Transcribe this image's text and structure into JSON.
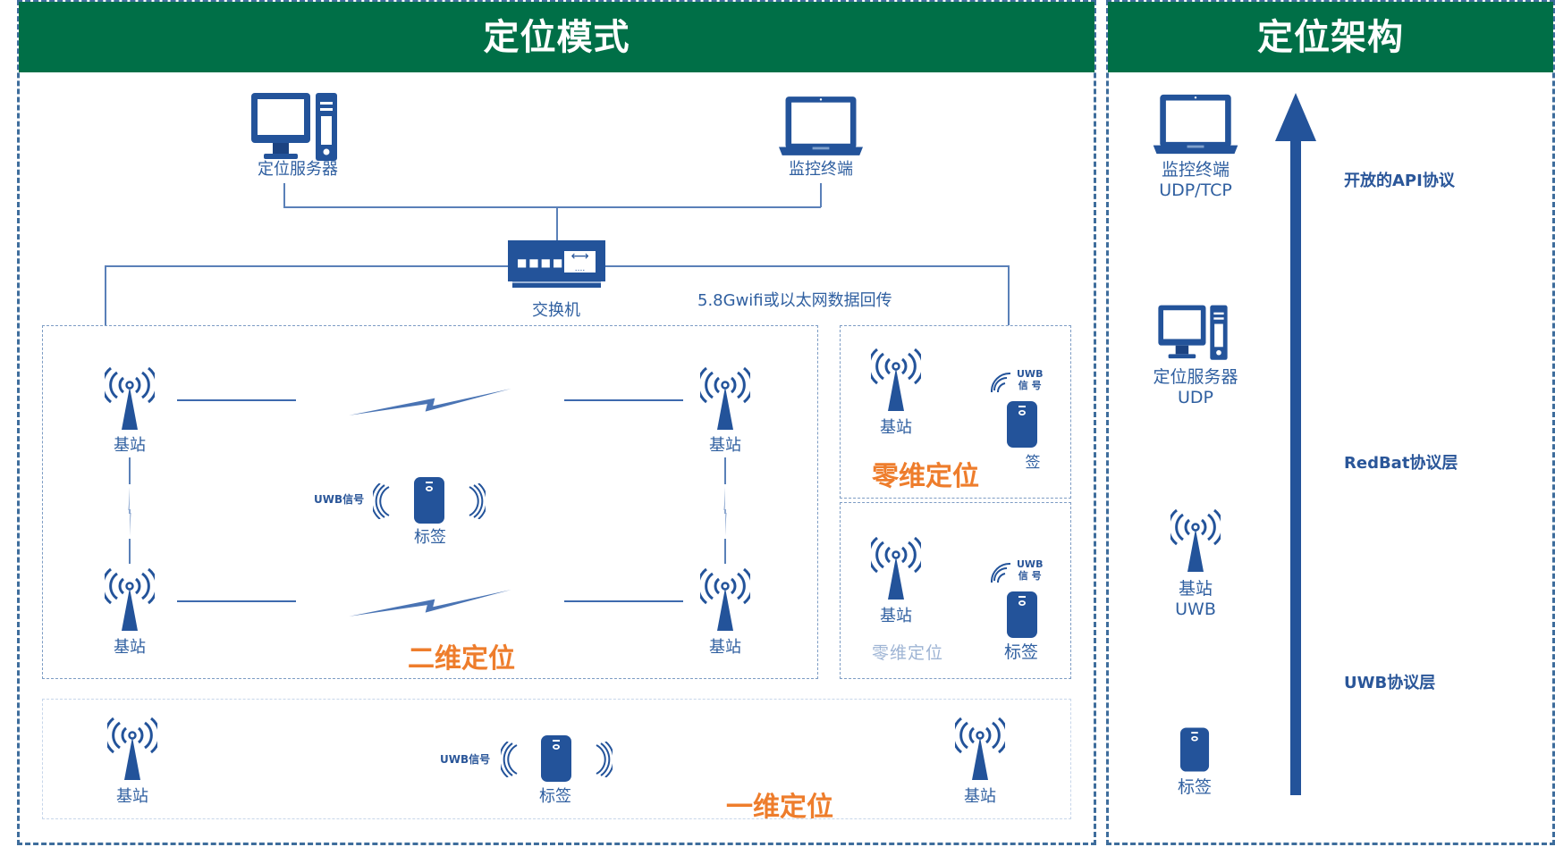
{
  "colors": {
    "header_bg": "#006f47",
    "header_text": "#ffffff",
    "icon_blue": "#23539a",
    "accent_orange": "#ee7d2c",
    "panel_border": "#3e6d9c"
  },
  "left_panel": {
    "title": "定位模式",
    "network": {
      "server_label": "定位服务器",
      "monitor_label": "监控终端",
      "switch_label": "交换机",
      "backhaul_label": "5.8Gwifi或以太网数据回传"
    },
    "two_d": {
      "title": "二维定位",
      "station_label": "基站",
      "tag_label": "标签",
      "signal_label": "UWB信号"
    },
    "zero_d_top": {
      "title": "零维定位",
      "station_label": "基站",
      "signal_label_line1": "UWB",
      "signal_label_line2": "信 号",
      "tag_label": "签"
    },
    "zero_d_bottom": {
      "title": "零维定位",
      "station_label": "基站",
      "signal_label_line1": "UWB",
      "signal_label_line2": "信 号",
      "tag_label": "标签"
    },
    "one_d": {
      "title": "一维定位",
      "station_label": "基站",
      "tag_label": "标签",
      "signal_label": "UWB信号"
    }
  },
  "right_panel": {
    "title": "定位架构",
    "layers": [
      {
        "name": "监控终端",
        "protocol": "UDP/TCP",
        "icon": "laptop-icon"
      },
      {
        "name": "定位服务器",
        "protocol": "UDP",
        "icon": "desktop-computer-icon"
      },
      {
        "name": "基站",
        "protocol": "UWB",
        "icon": "antenna-tower-icon"
      },
      {
        "name": "标签",
        "protocol": "",
        "icon": "tag-device-icon"
      }
    ],
    "protocol_labels": [
      "开放的API协议",
      "RedBat协议层",
      "UWB协议层"
    ]
  }
}
